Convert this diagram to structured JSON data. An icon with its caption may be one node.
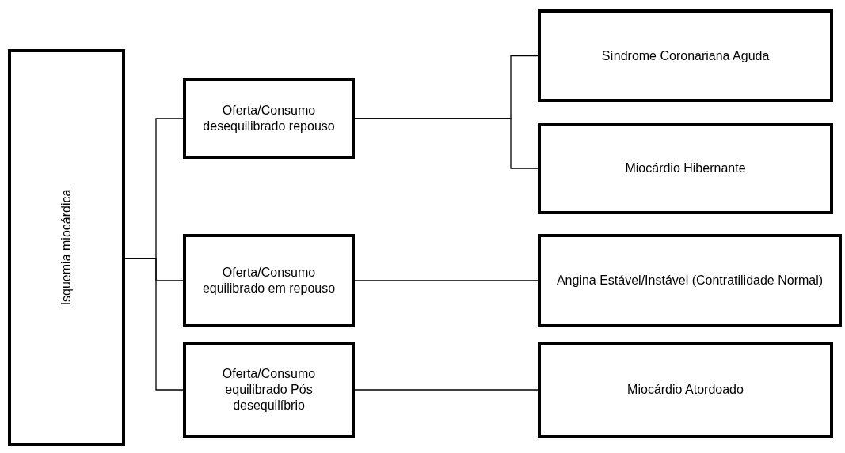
{
  "diagram": {
    "nodes": [
      {
        "text": [
          "Isquemia miocárdica"
        ]
      },
      {
        "text": [
          "Oferta/Consumo desequilibrado repouso"
        ]
      },
      {
        "text": [
          "Oferta/Consumo equilibrado em repouso"
        ]
      },
      {
        "text": [
          "Oferta/Consumo equilibrado Pós desequilíbrio"
        ]
      },
      {
        "text": [
          "Síndrome Coronariana Aguda"
        ]
      },
      {
        "text": [
          "Miocárdio Hibernante"
        ]
      },
      {
        "text": [
          "Angina Estável/Instável (Contratilidade Normal)"
        ]
      },
      {
        "text": [
          "Miocárdio Atordoado"
        ]
      }
    ],
    "edges": [
      {
        "from": 0,
        "to": 1,
        "arrow": "none"
      },
      {
        "from": 0,
        "to": 2,
        "arrow": "none"
      },
      {
        "from": 0,
        "to": 3,
        "arrow": "none"
      },
      {
        "from": 1,
        "to": 4,
        "arrow": "none"
      },
      {
        "from": 1,
        "to": 5,
        "arrow": "none"
      },
      {
        "from": 2,
        "to": 6,
        "arrow": "none"
      },
      {
        "from": 3,
        "to": 7,
        "arrow": "none"
      }
    ]
  }
}
